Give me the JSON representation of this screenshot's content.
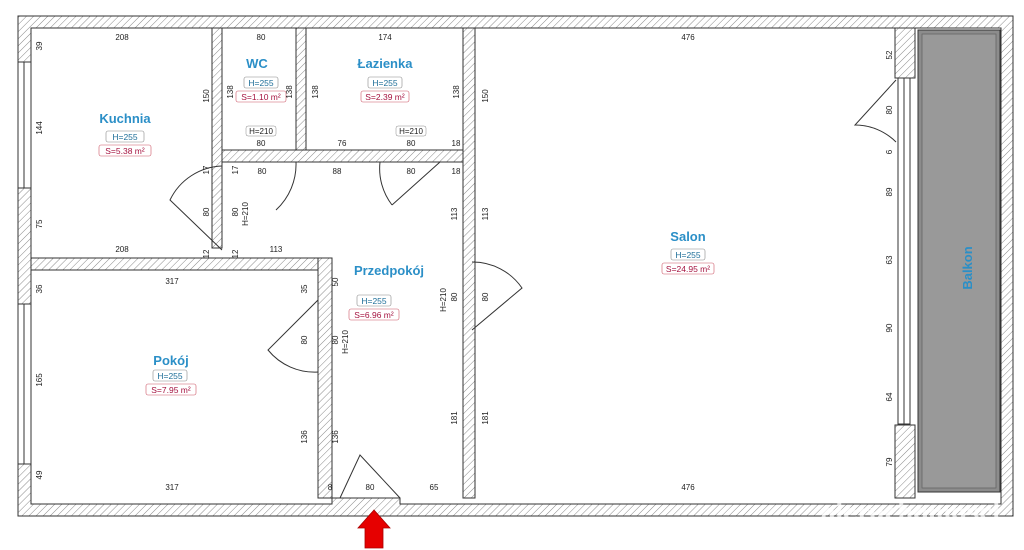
{
  "rooms": {
    "kuchnia": {
      "name": "Kuchnia",
      "height": "H=255",
      "area": "S=5.38 m²"
    },
    "wc": {
      "name": "WC",
      "height": "H=255",
      "area": "S=1.10 m²"
    },
    "lazienka": {
      "name": "Łazienka",
      "height": "H=255",
      "area": "S=2.39 m²"
    },
    "salon": {
      "name": "Salon",
      "height": "H=255",
      "area": "S=24.95 m²"
    },
    "przedpokoj": {
      "name": "Przedpokój",
      "height": "H=255",
      "area": "S=6.96 m²"
    },
    "pokoj": {
      "name": "Pokój",
      "height": "H=255",
      "area": "S=7.95 m²"
    },
    "balkon": {
      "name": "Balkon"
    }
  },
  "doors": {
    "wc": "H=210",
    "lazienka": "H=210",
    "kuchnia": "H=210",
    "salon": "H=210",
    "pokoj": "H=210"
  },
  "dims": {
    "kuchnia_top": "208",
    "kuchnia_left_39": "39",
    "kuchnia_left_144": "144",
    "kuchnia_left_75": "75",
    "kuchnia_right_150": "150",
    "kuchnia_right_17": "17",
    "kuchnia_right_80": "80",
    "kuchnia_right_12": "12",
    "kuchnia_bottom": "208",
    "wc_top": "80",
    "wc_left_138": "138",
    "wc_right_138": "138",
    "wc_bottom_80": "80",
    "wc_door_80": "80",
    "wc_door_17": "17",
    "wc_door_80b": "80",
    "wc_door_12": "12",
    "laz_top": "174",
    "laz_left_138": "138",
    "laz_right_138": "138",
    "laz_76": "76",
    "laz_80": "80",
    "laz_18a": "18",
    "laz_18b": "18",
    "hall_88": "88",
    "hall_113_top": "113",
    "hall_113_right": "113",
    "hall_80_right": "80",
    "hall_50": "50",
    "hall_80_left": "80",
    "hall_136_left": "136",
    "hall_181": "181",
    "hall_8": "8",
    "hall_80_bottom": "80",
    "hall_65": "65",
    "salon_top": "476",
    "salon_left_150": "150",
    "salon_left_113": "113",
    "salon_left_80": "80",
    "salon_left_181": "181",
    "salon_bottom": "476",
    "salon_r_52": "52",
    "salon_r_80": "80",
    "salon_r_6": "6",
    "salon_r_89": "89",
    "salon_r_63": "63",
    "salon_r_90": "90",
    "salon_r_64": "64",
    "salon_r_79": "79",
    "pokoj_top": "317",
    "pokoj_bottom": "317",
    "pokoj_left_36": "36",
    "pokoj_left_165": "165",
    "pokoj_left_49": "49",
    "pokoj_right_35": "35",
    "pokoj_right_80": "80",
    "pokoj_right_136": "136"
  },
  "watermark": "nieruchomosci"
}
